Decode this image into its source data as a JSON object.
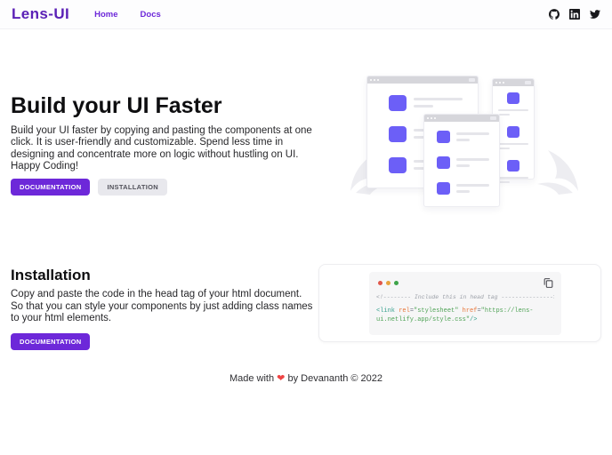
{
  "header": {
    "logo": "Lens-UI",
    "nav": [
      {
        "label": "Home"
      },
      {
        "label": "Docs"
      }
    ],
    "social": [
      {
        "name": "github-icon"
      },
      {
        "name": "linkedin-icon"
      },
      {
        "name": "twitter-icon"
      }
    ]
  },
  "hero": {
    "title": "Build your UI Faster",
    "description": "Build your UI faster by copying and pasting the components at one click. It is user-friendly and customizable. Spend less time in designing and concentrate more on logic without hustling on UI. Happy Coding!",
    "primary_button": "DOCUMENTATION",
    "secondary_button": "INSTALLATION"
  },
  "installation": {
    "title": "Installation",
    "description": "Copy and paste the code in the head tag of your html document. So that you can style your components by just adding class names to your html elements.",
    "button": "DOCUMENTATION"
  },
  "code_block": {
    "comment": "<!-------- Include this in head tag --------------->",
    "line": [
      {
        "t": "<link",
        "c": "tag"
      },
      {
        "t": " ",
        "c": "plain"
      },
      {
        "t": "rel",
        "c": "attr"
      },
      {
        "t": "=",
        "c": "plain"
      },
      {
        "t": "\"stylesheet\"",
        "c": "str"
      },
      {
        "t": " ",
        "c": "plain"
      },
      {
        "t": "href",
        "c": "attr"
      },
      {
        "t": "=",
        "c": "plain"
      },
      {
        "t": "\"https://lens-ui.netlify.app/style.css\"",
        "c": "str"
      },
      {
        "t": "/>",
        "c": "tag"
      }
    ]
  },
  "footer": {
    "prefix": "Made with",
    "heart": "❤",
    "suffix": "by Devananth © 2022"
  },
  "colors": {
    "logo_purple": "#5b21b6",
    "button_purple": "#6d28d9",
    "illustration_purple": "#6c5ff7",
    "traffic_red": "#e0574a",
    "traffic_yellow": "#e8a33d",
    "traffic_green": "#3ea44a",
    "heart_red": "#ef4444"
  }
}
